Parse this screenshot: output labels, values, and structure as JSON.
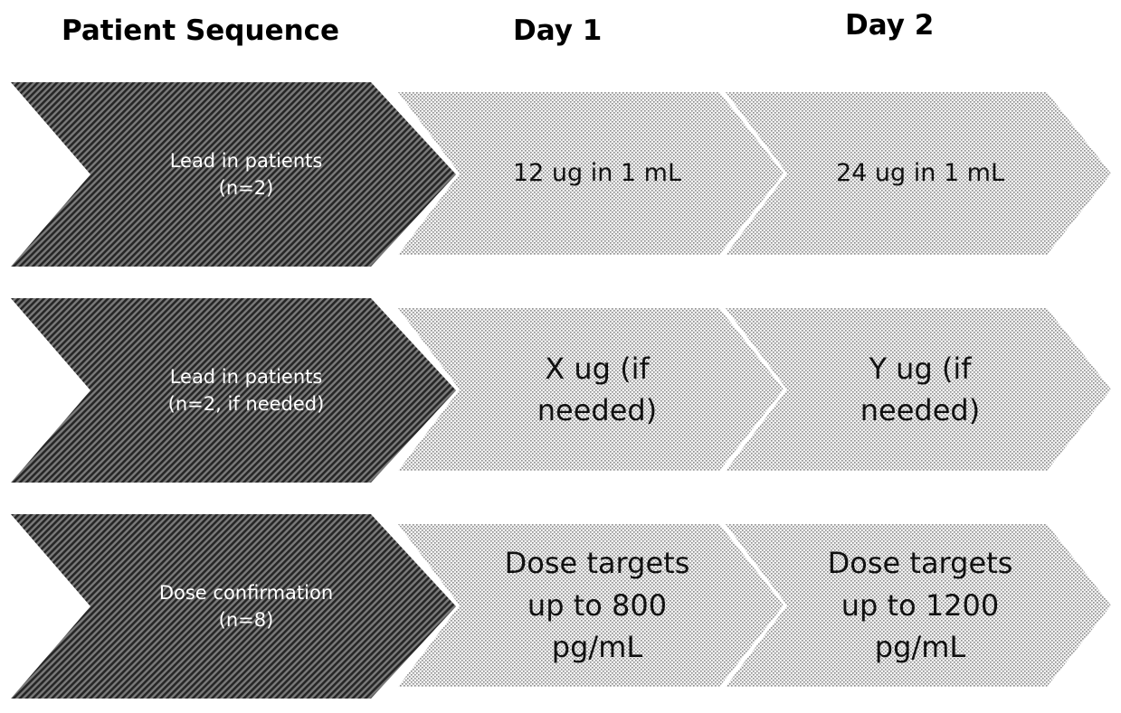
{
  "headers": {
    "patient_sequence": "Patient Sequence",
    "day1": "Day 1",
    "day2": "Day 2"
  },
  "rows": [
    {
      "sequence": [
        "Lead in patients",
        "(n=2)"
      ],
      "day1": [
        "12 ug in 1 mL"
      ],
      "day2": [
        "24 ug in 1 mL"
      ]
    },
    {
      "sequence": [
        "Lead in patients",
        "(n=2, if needed)"
      ],
      "day1": [
        "X ug (if",
        "needed)"
      ],
      "day2": [
        "Y ug (if",
        "needed)"
      ]
    },
    {
      "sequence": [
        "Dose confirmation",
        "(n=8)"
      ],
      "day1": [
        "Dose targets",
        "up to 800",
        "pg/mL"
      ],
      "day2": [
        "Dose targets",
        "up to 1200",
        "pg/mL"
      ]
    }
  ],
  "colors": {
    "dark_fill": "#5a5a5a",
    "dark_hatch": "#2a2a2a",
    "light_fill": "#e9e9e9",
    "light_dots": "#9a9a9a"
  }
}
